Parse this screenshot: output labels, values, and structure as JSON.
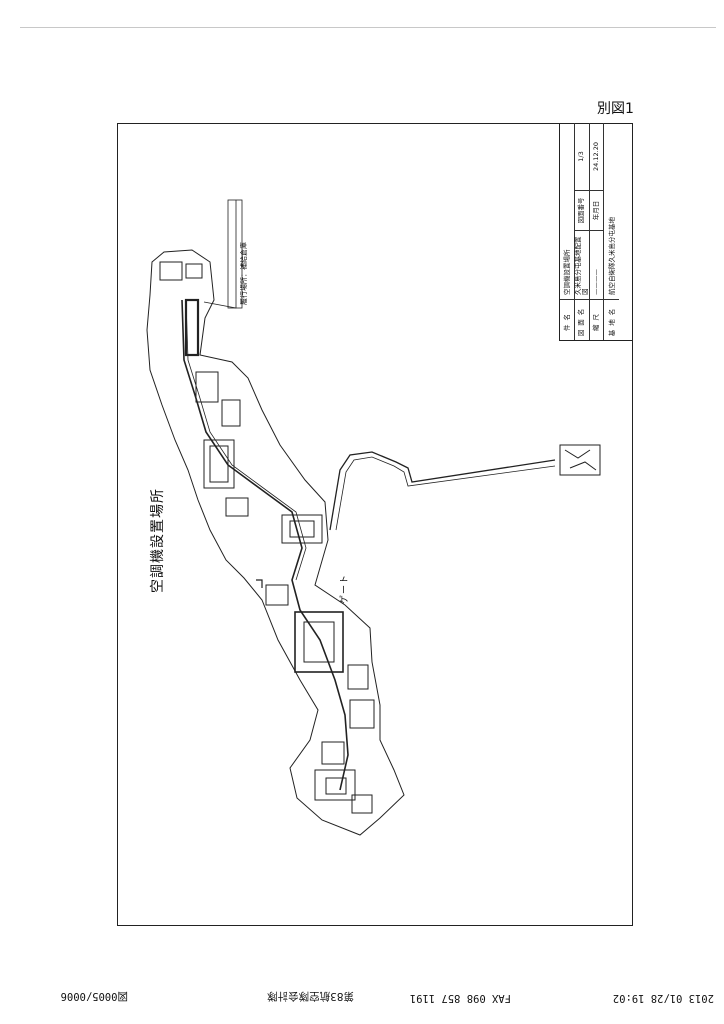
{
  "document": {
    "label": "別図1",
    "map_title": "空調機設置場所",
    "gate_label": "ゲート",
    "location_label": "履行場所：補給倉庫"
  },
  "title_block": {
    "rows": [
      {
        "key": "件名",
        "value": "空調機設置場所"
      },
      {
        "key": "図面名",
        "value": "久米島分屯基地配置図",
        "mid": "図面番号",
        "end": "1/3"
      },
      {
        "key": "縮尺",
        "value": "————",
        "mid": "年月日",
        "end": "24.12.20"
      },
      {
        "key": "基地名",
        "value": "航空自衛隊久米島分屯基地"
      }
    ]
  },
  "fax_footer": {
    "datetime": "2013 01/28 19:02",
    "fax": "FAX 098 857 1191",
    "sender": "第83航空隊会計隊",
    "page": "図0005/0006"
  },
  "colors": {
    "ink": "#111111",
    "frame": "#222222"
  }
}
